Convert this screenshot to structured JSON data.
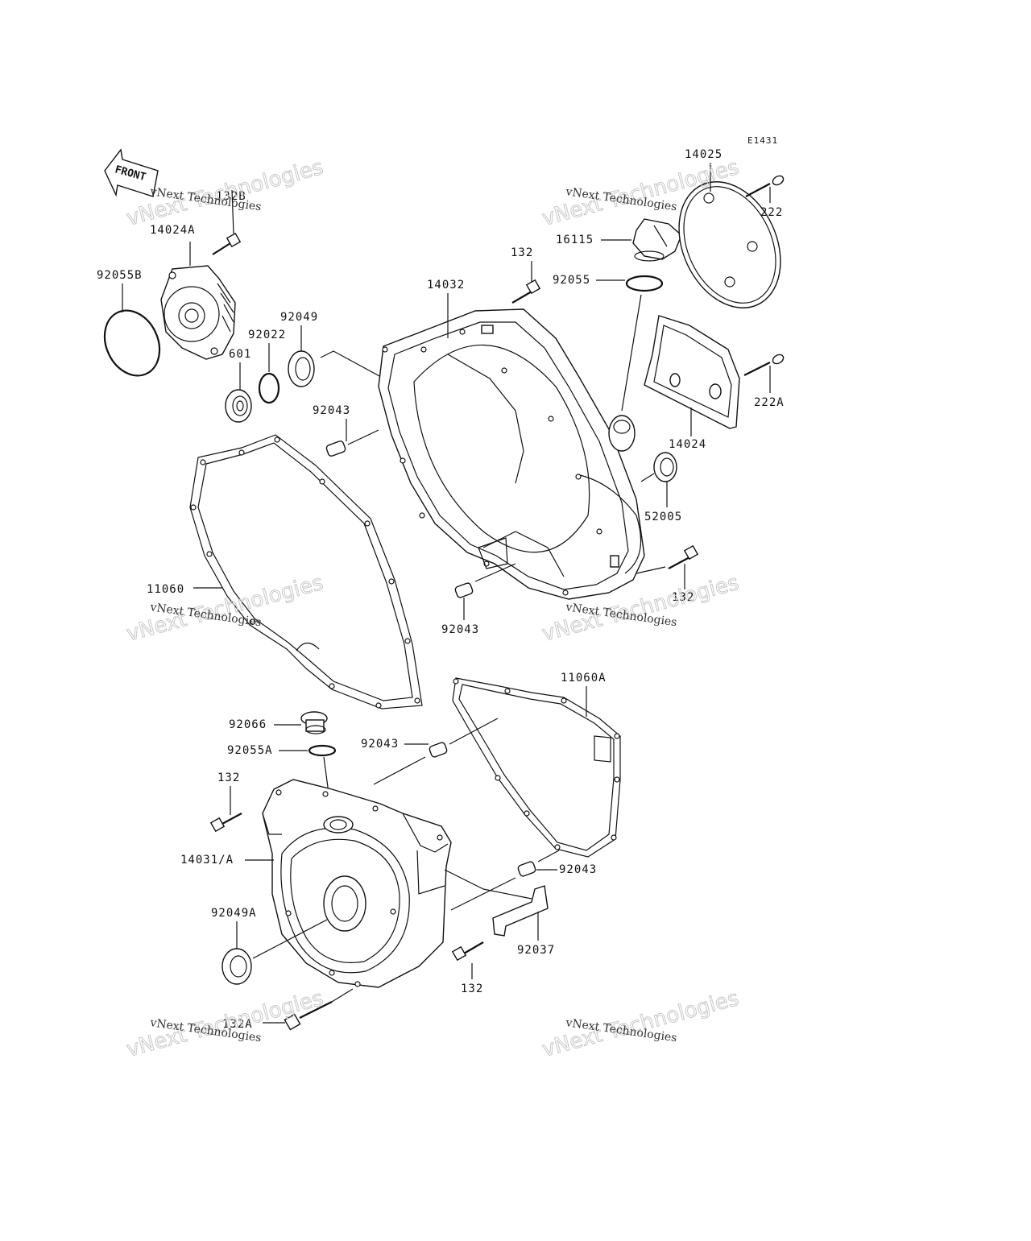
{
  "diagram_code": "E1431",
  "front_label": "FRONT",
  "watermark": {
    "line1": "vNext Technologies",
    "line2": "vNext Technologies"
  },
  "parts": {
    "p_14025": "14025",
    "p_222": "222",
    "p_16115": "16115",
    "p_92055": "92055",
    "p_132_top": "132",
    "p_14032": "14032",
    "p_14024A": "14024A",
    "p_132B": "132B",
    "p_92055B": "92055B",
    "p_92049": "92049",
    "p_92022": "92022",
    "p_601": "601",
    "p_92043_a": "92043",
    "p_222A": "222A",
    "p_14024": "14024",
    "p_52005": "52005",
    "p_132_right": "132",
    "p_92043_b": "92043",
    "p_11060": "11060",
    "p_11060A": "11060A",
    "p_92066": "92066",
    "p_92055A": "92055A",
    "p_92043_c": "92043",
    "p_132_left": "132",
    "p_14031A": "14031/A",
    "p_92043_d": "92043",
    "p_92049A": "92049A",
    "p_92037": "92037",
    "p_132_bottom": "132",
    "p_132A": "132A"
  }
}
